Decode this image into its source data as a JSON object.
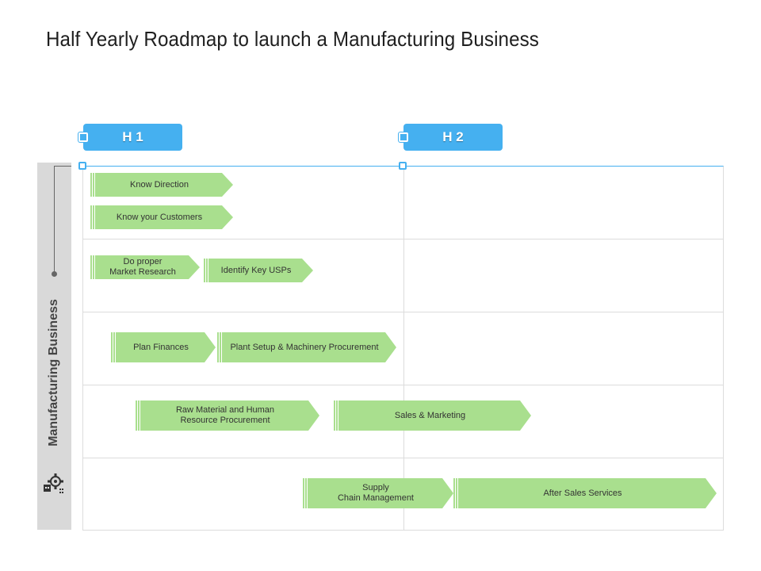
{
  "title": "Half Yearly Roadmap to launch a Manufacturing Business",
  "phases": [
    {
      "label": "H 1"
    },
    {
      "label": "H 2"
    }
  ],
  "side_label": "Manufacturing Business",
  "colors": {
    "accent": "#45b0f0",
    "task_fill": "#a9df8e",
    "side_bar": "#d9d9d9",
    "grid": "#dcdcdc"
  },
  "tasks": [
    {
      "label": "Know Direction"
    },
    {
      "label": "Know your Customers"
    },
    {
      "label": "Do proper\nMarket Research"
    },
    {
      "label": "Identify Key USPs"
    },
    {
      "label": "Plan Finances"
    },
    {
      "label": "Plant Setup & Machinery Procurement"
    },
    {
      "label": "Raw Material and Human\nResource Procurement"
    },
    {
      "label": "Sales & Marketing"
    },
    {
      "label": "Supply\nChain Management"
    },
    {
      "label": "After Sales Services"
    }
  ]
}
